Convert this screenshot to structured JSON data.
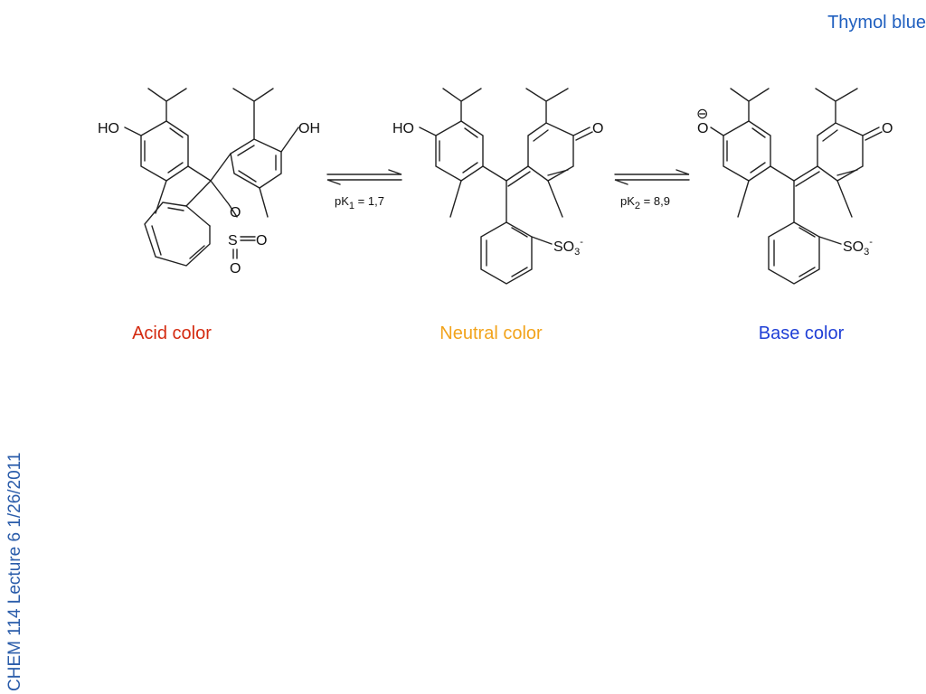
{
  "slide": {
    "title": "Thymol blue",
    "side_label": "CHEM 114 Lecture 6 1/26/2011"
  },
  "captions": {
    "acid": "Acid color",
    "neutral": "Neutral color",
    "base": "Base color"
  },
  "colors": {
    "acid": "#d42a10",
    "neutral": "#f2a31b",
    "base": "#1f3fd6"
  },
  "equilibria": {
    "k1_label": "pK",
    "k1_sub": "1",
    "k1_value": " = 1,7",
    "k2_label": "pK",
    "k2_sub": "2",
    "k2_value": " = 8,9"
  },
  "atoms": {
    "hydroxyl": "HO",
    "hydroxyl_right": "OH",
    "oxygen": "O",
    "sulfur": "S",
    "sulfonate": "SO",
    "sulfonate_sub": "3",
    "sulfonate_charge": "-",
    "phenoxide_charge": "⊖"
  }
}
